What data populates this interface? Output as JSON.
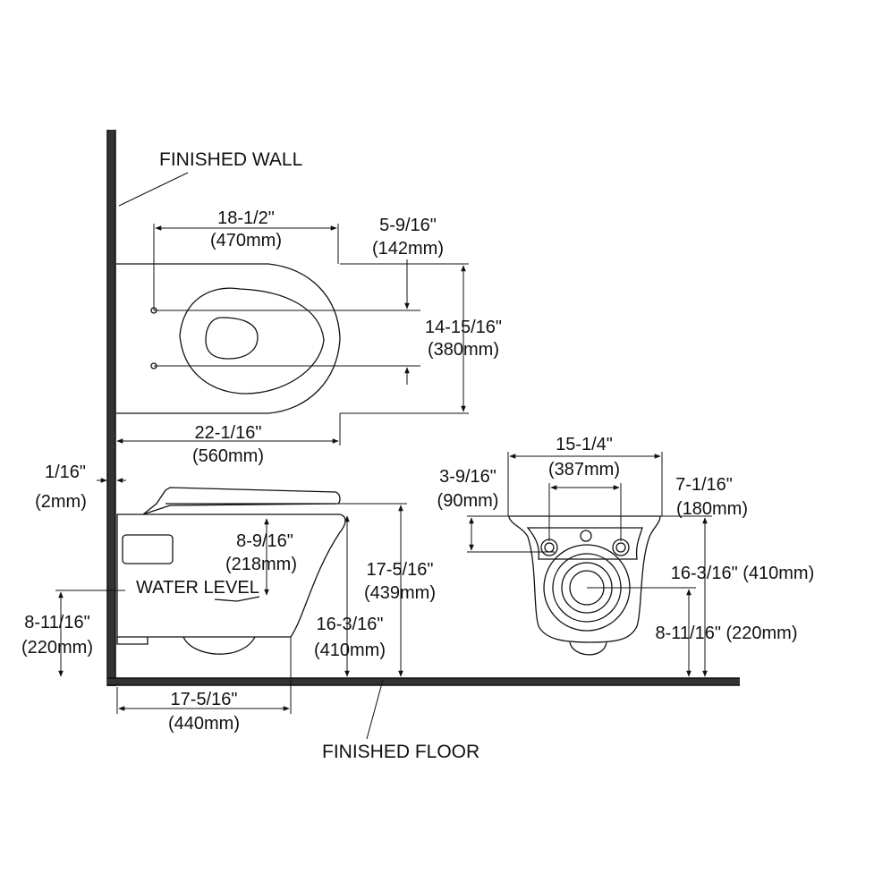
{
  "labels": {
    "finished_wall": "FINISHED WALL",
    "finished_floor": "FINISHED FLOOR",
    "water_level": "WATER LEVEL"
  },
  "dims": {
    "top_length_in": "18-1/2\"",
    "top_length_mm": "(470mm)",
    "top_offset_in": "5-9/16\"",
    "top_offset_mm": "(142mm)",
    "top_width_in": "14-15/16\"",
    "top_width_mm": "(380mm)",
    "top_depth_in": "22-1/16\"",
    "top_depth_mm": "(560mm)",
    "wall_gap_in": "1/16\"",
    "wall_gap_mm": "(2mm)",
    "water_level_in": "8-9/16\"",
    "water_level_mm": "(218mm)",
    "side_height_in": "17-5/16\"",
    "side_height_mm": "(439mm)",
    "side_rim_in": "16-3/16\"",
    "side_rim_mm": "(410mm)",
    "side_outlet_in": "8-11/16\"",
    "side_outlet_mm": "(220mm)",
    "side_base_in": "17-5/16\"",
    "side_base_mm": "(440mm)",
    "front_width_in": "15-1/4\"",
    "front_width_mm": "(387mm)",
    "front_bolt_drop_in": "3-9/16\"",
    "front_bolt_drop_mm": "(90mm)",
    "front_bolt_span_in": "7-1/16\"",
    "front_bolt_span_mm": "(180mm)",
    "front_height": "16-3/16\" (410mm)",
    "front_outlet": "8-11/16\" (220mm)"
  },
  "colors": {
    "line": "#111111",
    "wall_fill": "#333333",
    "background": "#ffffff"
  }
}
